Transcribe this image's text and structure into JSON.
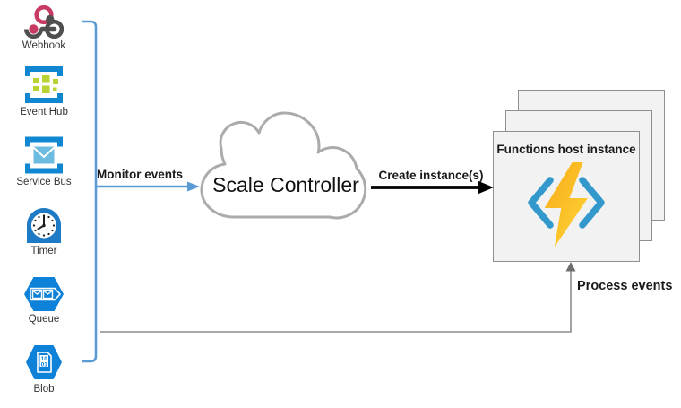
{
  "colors": {
    "bracket_blue": "#5B9BD5",
    "line_gray": "#8C8C8C",
    "arrowhead_gray": "#6E6E6E",
    "arrow_black": "#000000",
    "cloud_stroke": "#ABABAB",
    "box_fill": "#F2F2F2",
    "box_border": "#8F8F8F",
    "label_dark": "#1A1A1A",
    "source_label": "#333333",
    "azure_blue": "#0E81D8",
    "bracket_icon_blue": "#1287D1",
    "eventhub_green": "#B8D432",
    "servicebus_envelope": "#6CBBE0",
    "timer_blue": "#1E7AC4",
    "clock_hand": "#1F1F1F",
    "webhook_pink": "#C73A63",
    "webhook_gray": "#4F4F4F",
    "fn_bracket_blue": "#3399CC",
    "bolt_dark": "#F7A816",
    "bolt_light": "#FFD93B"
  },
  "sources": [
    {
      "label": "Webhook",
      "icon": "webhook-icon"
    },
    {
      "label": "Event Hub",
      "icon": "event-hub-icon"
    },
    {
      "label": "Service Bus",
      "icon": "service-bus-icon"
    },
    {
      "label": "Timer",
      "icon": "timer-icon"
    },
    {
      "label": "Queue",
      "icon": "queue-icon"
    },
    {
      "label": "Blob",
      "icon": "blob-icon"
    }
  ],
  "blob_icon_text": {
    "line1": "10",
    "line2": "01"
  },
  "flow": {
    "monitor_label": "Monitor events",
    "create_label": "Create instance(s)",
    "process_label": "Process events"
  },
  "scale_controller": {
    "label": "Scale Controller"
  },
  "functions_host": {
    "title": "Functions host instance",
    "instance_count": 3
  }
}
